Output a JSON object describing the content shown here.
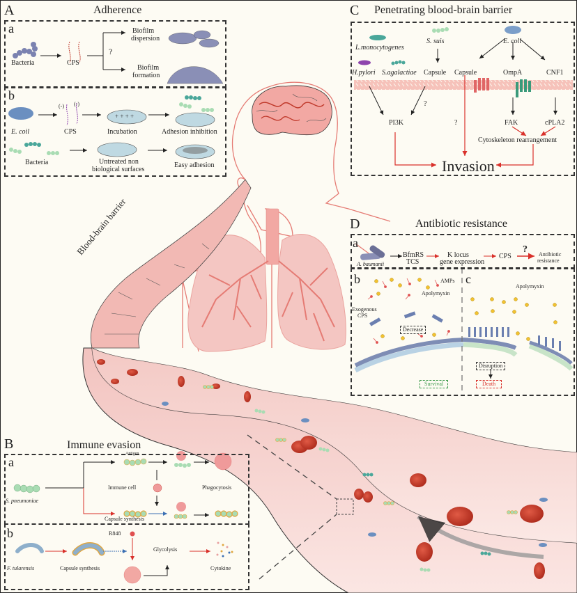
{
  "colors": {
    "background": "#fdfbf3",
    "vessel_fill": "#f4c6c2",
    "vessel_cell": "#ef9a9a",
    "rbc": "#c0392b",
    "red_arrow": "#d9302a",
    "blue_arrow": "#3b6fb3",
    "green_label": "#3b9a4a",
    "membrane": "#f0a8a0",
    "ompa": "#3a9a7a",
    "cnf1": "#e06666"
  },
  "vessel_label": "Blood-brain barrier",
  "panelA": {
    "letter": "A",
    "title": "Adherence",
    "a": {
      "letter": "a",
      "bacteria": "Bacteria",
      "cps": "CPS",
      "question": "?",
      "dispersion": [
        "Biofilm",
        "dispersion"
      ],
      "formation": [
        "Biofilm",
        "formation"
      ]
    },
    "b": {
      "letter": "b",
      "ecoli": "E. coil",
      "charge1": "(-)",
      "charge2": "(-)",
      "cps": "CPS",
      "incubation": "Incubation",
      "adhesion_inhibition": "Adhesion inhibition",
      "bacteria": "Bacteria",
      "untreated": [
        "Untreated non",
        "biological surfaces"
      ],
      "easy_adhesion": "Easy adhesion"
    }
  },
  "panelB": {
    "letter": "B",
    "title": "Immune evasion",
    "a": {
      "letter": "a",
      "antigen": "Antigen",
      "spneumoniae": "S. pneumoniae",
      "immune_cell": "Immune cell",
      "phagocytosis": "Phagocytosis",
      "capsule_synthesis": "Capsule synthesis"
    },
    "b": {
      "letter": "b",
      "r848": "R848",
      "ftularensis": "F. tularensis",
      "capsule_synthesis": "Capsule synthesis",
      "glycolysis": "Glycolysis",
      "cytokine": "Cytokine"
    }
  },
  "panelC": {
    "letter": "C",
    "title": "Penetrating blood-brain barrier",
    "lmono": "L.monocytogenes",
    "ssuis": "S. suis",
    "ecoli": "E. coli",
    "hpylori": "H.pylori",
    "sagalactiae": "S.agalactiae",
    "capsule1": "Capsule",
    "capsule2": "Capsule",
    "ompa": "OmpA",
    "cnf1": "CNF1",
    "pi3k": "PI3K",
    "q1": "?",
    "q2": "?",
    "fak": "FAK",
    "cpla2": "cPLA2",
    "cytoskeleton": "Cytoskeleton rearrangement",
    "invasion": "Invasion"
  },
  "panelD": {
    "letter": "D",
    "title": "Antibiotic resistance",
    "a": {
      "letter": "a",
      "abaumanii": "A. baumanii",
      "bfmrs": [
        "BfmRS",
        "TCS"
      ],
      "kloc": [
        "K locus",
        "gene expression"
      ],
      "cps": "CPS",
      "question": "?",
      "resistance": [
        "Antibiotic",
        "resistance"
      ]
    },
    "b": {
      "letter": "b",
      "amps": "AMPs",
      "apolymyxin": "Apolymyxin",
      "exogenous": [
        "Exogenous",
        "CPS"
      ],
      "decrease": "Decrease",
      "survival": "Survival"
    },
    "c": {
      "letter": "c",
      "apolymyxin": "Apolymyxin",
      "disruption": "Disruption",
      "death": "Death"
    }
  }
}
